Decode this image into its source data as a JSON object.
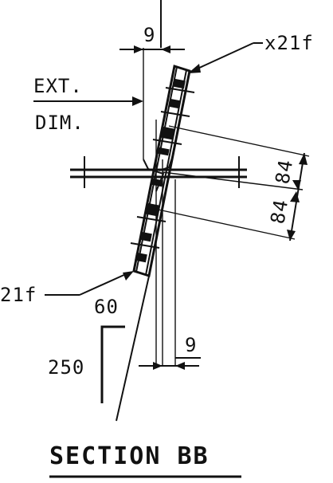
{
  "drawing": {
    "title": "SECTION BB",
    "labels": {
      "top_offset": "9",
      "bottom_offset": "9",
      "plate_top": "x21f",
      "plate_bottom": "21f",
      "ext": "EXT.",
      "dim": "DIM.",
      "dim_upper": "84",
      "dim_lower": "84",
      "weld_leg": "60",
      "weld_length": "250"
    }
  }
}
